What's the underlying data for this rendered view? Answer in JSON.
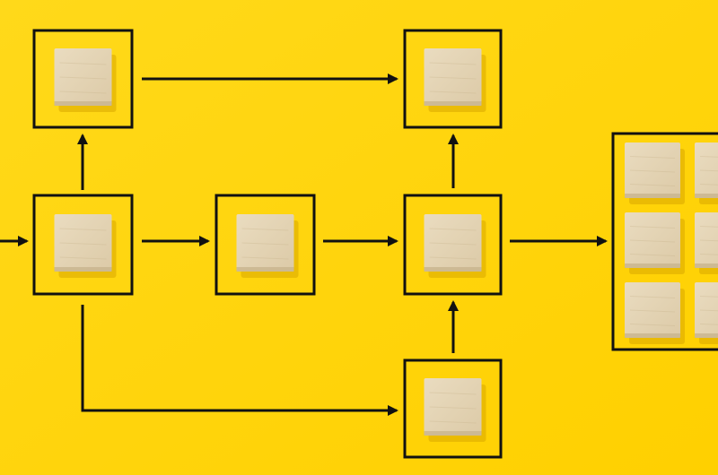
{
  "scene": {
    "subject": "wooden-block-process-flow",
    "colors": {
      "background": "#FFD000",
      "background_light": "#FFD91A",
      "line": "#111111",
      "block_top": "#EADCC0",
      "block_face": "#DCCAA7",
      "block_edge": "#C8B48D",
      "shadow": "#D9A800"
    },
    "nodes": [
      {
        "id": "top-left"
      },
      {
        "id": "top-right"
      },
      {
        "id": "mid-left"
      },
      {
        "id": "mid-center"
      },
      {
        "id": "mid-right"
      },
      {
        "id": "bottom-right"
      },
      {
        "id": "output-grid",
        "blocks_visible": 6
      }
    ],
    "connections": [
      {
        "from": "incoming",
        "to": "mid-left"
      },
      {
        "from": "mid-left",
        "to": "top-left"
      },
      {
        "from": "top-left",
        "to": "top-right"
      },
      {
        "from": "mid-left",
        "to": "mid-center"
      },
      {
        "from": "mid-center",
        "to": "mid-right"
      },
      {
        "from": "mid-right",
        "to": "top-right"
      },
      {
        "from": "mid-left",
        "to": "bottom-right"
      },
      {
        "from": "bottom-right",
        "to": "mid-right"
      },
      {
        "from": "mid-right",
        "to": "output-grid"
      }
    ]
  }
}
